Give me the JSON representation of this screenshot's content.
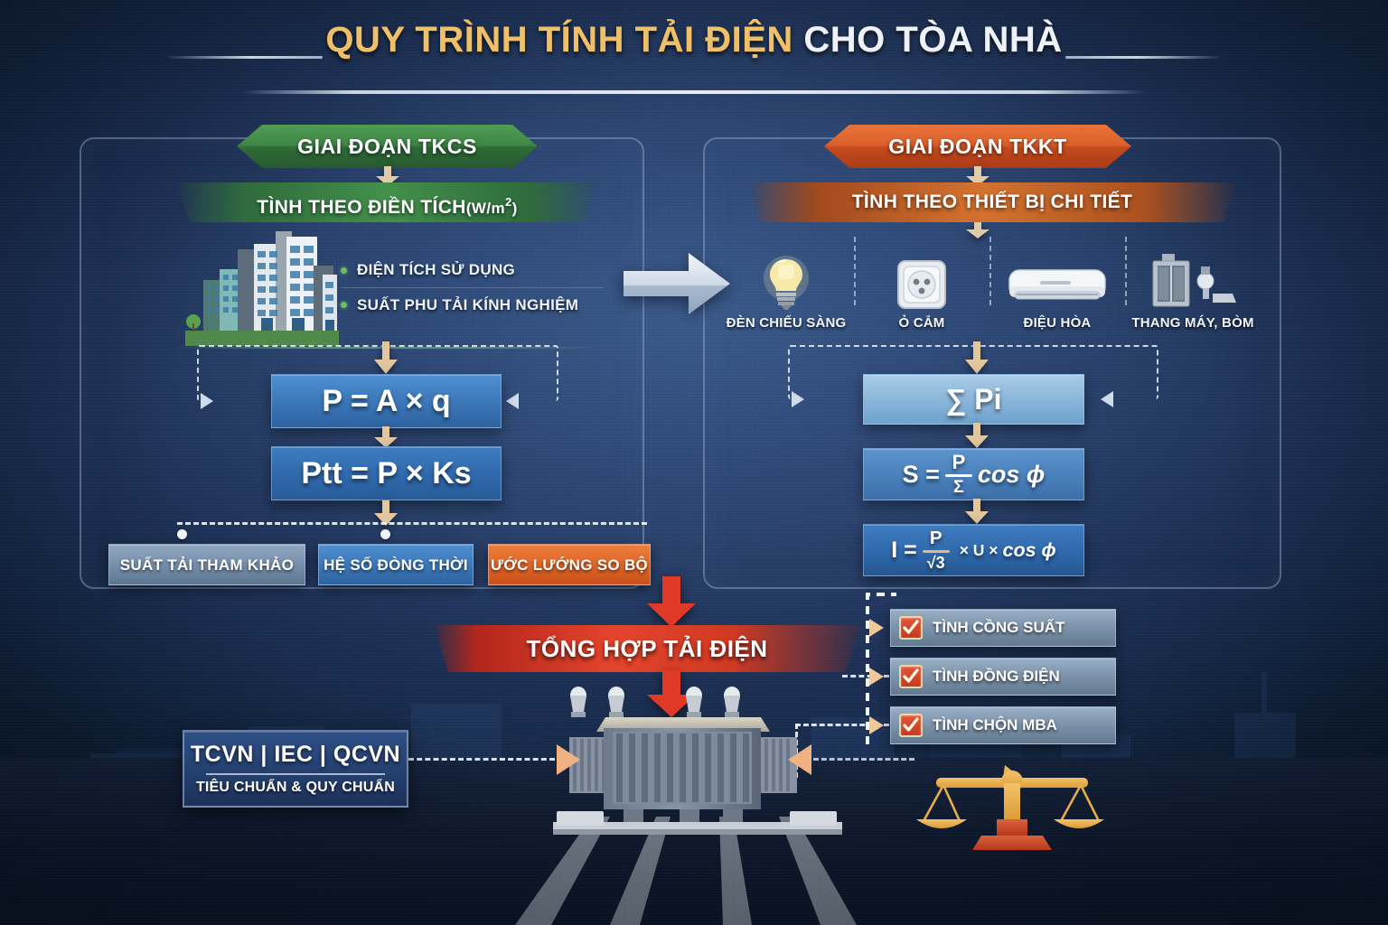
{
  "title": {
    "part1": "QUY TRÌNH TÍNH TẢI ĐIỆN",
    "part2": " CHO TÒA NHÀ",
    "full": "QUY TRÌNH TÍNH TẢI ĐIỆN CHO TÒA NHÀ"
  },
  "colors": {
    "background_deep": "#14294d",
    "background_mid": "#2b4470",
    "title_gold": "#f0c068",
    "title_white": "#eef2f8",
    "phase_tkcs_green": "#3f8546",
    "phase_tkkt_orange": "#dc5f2a",
    "formula_blue": "#3a76b8",
    "summary_red": "#e4442c",
    "arrow_tan": "#e8c49a",
    "accent_silver": "#cfdcea",
    "check_red": "#c8381f",
    "scale_gold": "#e9a943"
  },
  "left_column": {
    "phase_banner": "GIAI ĐOẠN TKCS",
    "sub_banner_text": "TÌNH THEO ĐIỀN TÍCH",
    "sub_banner_unit": "(W/m",
    "sub_banner_unit_sup": "2",
    "sub_banner_unit_end": ")",
    "illustration": "city-buildings-illustration",
    "bullets": [
      {
        "label": "ĐIỆN TÍCH SỬ DỤNG"
      },
      {
        "label": "SUẤT PHU TẢI KÍNH NGHIỆM"
      }
    ],
    "formulas": [
      {
        "id": "p",
        "text": "P = A × q"
      },
      {
        "id": "ptt",
        "text": "Ptt = P × Ks"
      }
    ],
    "result_buttons": [
      {
        "label": "SUẤT TẢI THAM KHẢO",
        "style": "gray"
      },
      {
        "label": "HỆ SỐ ĐÒNG THỜI",
        "style": "blue"
      },
      {
        "label": "ƯỚC LƯỚNG SO BỘ",
        "style": "orange"
      }
    ]
  },
  "right_column": {
    "phase_banner": "GIAI ĐOẠN TKKT",
    "sub_banner_text": "TÌNH THEO THIẾT BỊ CHI TIẾT",
    "devices": [
      {
        "label": "ĐÈN CHIẾU SÀNG",
        "icon": "lightbulb-icon"
      },
      {
        "label": "Ỏ CẮM",
        "icon": "power-socket-icon"
      },
      {
        "label": "ĐIỆU HÒA",
        "icon": "air-conditioner-icon"
      },
      {
        "label": "THANG MÁY, BÒM",
        "icon": "elevator-pump-icon"
      }
    ],
    "formulas": {
      "sum": "∑ Pi",
      "s": {
        "lead": "S =",
        "num": "P",
        "den": "Ʃ",
        "tail": "cos ɸ"
      },
      "i": {
        "lead": "I =",
        "num": "P",
        "den": "√3",
        "mid": "× U ×",
        "tail": "cos ɸ"
      }
    },
    "checklist": [
      {
        "label": "TÌNH CỒNG SUẤT",
        "checked": true
      },
      {
        "label": "TÌNH ĐỒNG ĐIỆN",
        "checked": true
      },
      {
        "label": "TÌNH CHỘN MBA",
        "checked": true
      }
    ]
  },
  "summary": {
    "banner": "TỔNG HỢP TẢI ĐIỆN",
    "transformer_icon": "power-transformer-icon",
    "scale_icon": "balance-scale-icon"
  },
  "standards": {
    "codes": "TCVN | IEC | QCVN",
    "caption": "TIÊU CHUẨN & QUY CHUẨN"
  }
}
